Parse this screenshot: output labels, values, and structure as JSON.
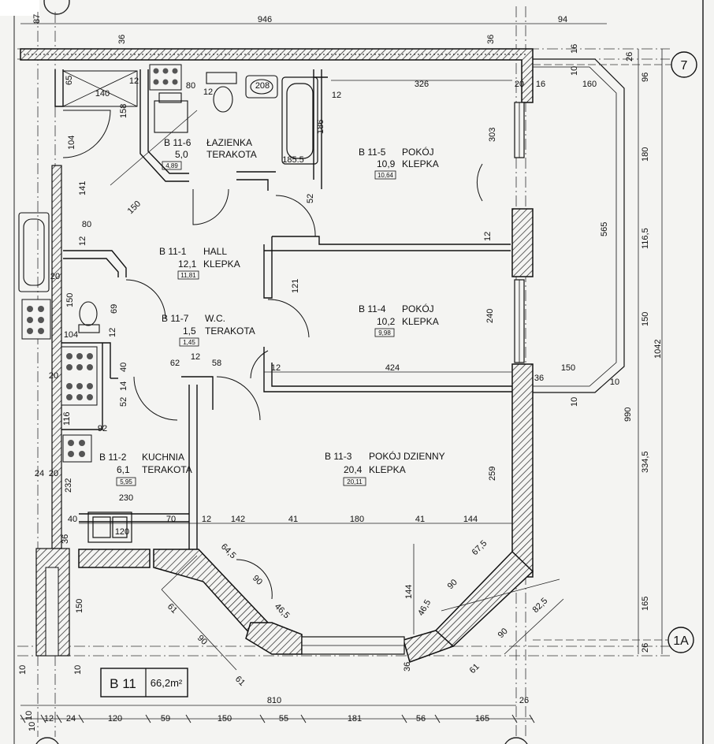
{
  "top_dims": {
    "total": "946",
    "right": "94",
    "a": "36",
    "b": "36",
    "c": "87",
    "d": "16"
  },
  "axes": {
    "axis_7": "7",
    "axis_1a": "1A"
  },
  "rooms": [
    {
      "id": "B 11-6",
      "name": "ŁAZIENKA",
      "area": "5,0",
      "finish": "TERAKOTA",
      "badge": "4,89"
    },
    {
      "id": "B 11-5",
      "name": "POKÓJ",
      "area": "10,9",
      "finish": "KLEPKA",
      "badge": "10,64"
    },
    {
      "id": "B 11-1",
      "name": "HALL",
      "area": "12,1",
      "finish": "KLEPKA",
      "badge": "11,81"
    },
    {
      "id": "B 11-4",
      "name": "POKÓJ",
      "area": "10,2",
      "finish": "KLEPKA",
      "badge": "9,98"
    },
    {
      "id": "B 11-7",
      "name": "W.C.",
      "area": "1,5",
      "finish": "TERAKOTA",
      "badge": "1,45"
    },
    {
      "id": "B 11-2",
      "name": "KUCHNIA",
      "area": "6,1",
      "finish": "TERAKOTA",
      "badge": "5,95"
    },
    {
      "id": "B 11-3",
      "name": "POKÓJ DZIENNY",
      "area": "20,4",
      "finish": "KLEPKA",
      "badge": "20,11"
    }
  ],
  "unit": {
    "name": "B 11",
    "area": "66,2m²"
  },
  "interior_dims": {
    "d140": "140",
    "d158": "158",
    "d65": "65",
    "d12a": "12",
    "d80a": "80",
    "d208": "208",
    "d12b": "12",
    "d186": "186",
    "d185_5": "185.5",
    "d326": "326",
    "d303": "303",
    "d52a": "52",
    "d12c": "12",
    "d104a": "104",
    "d141": "141",
    "d150a": "150",
    "d80b": "80",
    "d12d": "12",
    "d20a": "20",
    "d150b": "150",
    "d69": "69",
    "d104b": "104",
    "d12e": "12",
    "d121": "121",
    "d240": "240",
    "d12f": "12",
    "d424": "424",
    "d12g": "12",
    "d36a": "36",
    "d150c": "150",
    "d10a": "10",
    "d40a": "40",
    "d62": "62",
    "d12h": "12",
    "d58": "58",
    "d20b": "20",
    "d52b": "52",
    "d14": "14",
    "d116": "116",
    "d92": "92",
    "d24": "24",
    "d20c": "20",
    "d232": "232",
    "d230": "230",
    "d40b": "40",
    "d70": "70",
    "d12i": "12",
    "d142": "142",
    "d41a": "41",
    "d180": "180",
    "d41b": "41",
    "d144a": "144",
    "d120": "120",
    "d36b": "36",
    "d259": "259",
    "d64_5": "64,5",
    "d90a": "90",
    "d61a": "61",
    "d90b": "90",
    "d46_5a": "46,5",
    "d144b": "144",
    "d46_5b": "46,5",
    "d90c": "90",
    "d67_5": "67,5",
    "d82_5": "82,5",
    "d90d": "90",
    "d61b": "61",
    "d61c": "61",
    "d150d": "150",
    "d36c": "36",
    "d10b": "10",
    "d10c": "10",
    "d20d": "20",
    "d16": "16",
    "d160": "160",
    "d10d": "10"
  },
  "right_dims": {
    "r26a": "26",
    "r96": "96",
    "r180": "180",
    "r116_5": "116,5",
    "r150": "150",
    "r165": "165",
    "r26b": "26",
    "r565": "565",
    "r990": "990",
    "r334_5": "334,5",
    "r1042": "1042",
    "r10": "10"
  },
  "bottom_dims": {
    "total": "810",
    "right": "26",
    "segments": [
      "12",
      "24",
      "120",
      "59",
      "150",
      "55",
      "181",
      "56",
      "165"
    ],
    "b10a": "10",
    "b10b": "10"
  }
}
